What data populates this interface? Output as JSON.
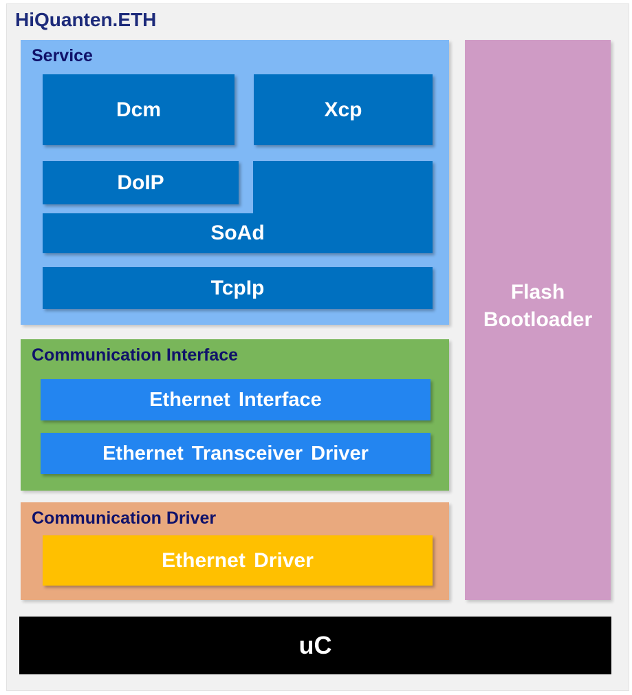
{
  "title": "HiQuanten.ETH",
  "service": {
    "label": "Service",
    "modules": {
      "dcm": "Dcm",
      "xcp": "Xcp",
      "doip": "DoIP",
      "soad": "SoAd",
      "tcpip": "TcpIp"
    }
  },
  "communication_interface": {
    "label": "Communication Interface",
    "modules": {
      "ethernet_interface": "Ethernet Interface",
      "ethernet_transceiver_driver": "Ethernet Transceiver Driver"
    }
  },
  "communication_driver": {
    "label": "Communication Driver",
    "modules": {
      "ethernet_driver": "Ethernet Driver"
    }
  },
  "flash_bootloader": {
    "line1": "Flash",
    "line2": "Bootloader"
  },
  "uc": "uC",
  "colors": {
    "service_bg": "#7fb8f5",
    "service_module": "#0070c0",
    "comm_interface_bg": "#79b65a",
    "comm_interface_module": "#2385f0",
    "comm_driver_bg": "#e9a97e",
    "comm_driver_module": "#ffc000",
    "flash_bootloader": "#cf9bc5",
    "uc": "#000000",
    "title_text": "#1c2a7a",
    "layer_label_text": "#10126a"
  }
}
